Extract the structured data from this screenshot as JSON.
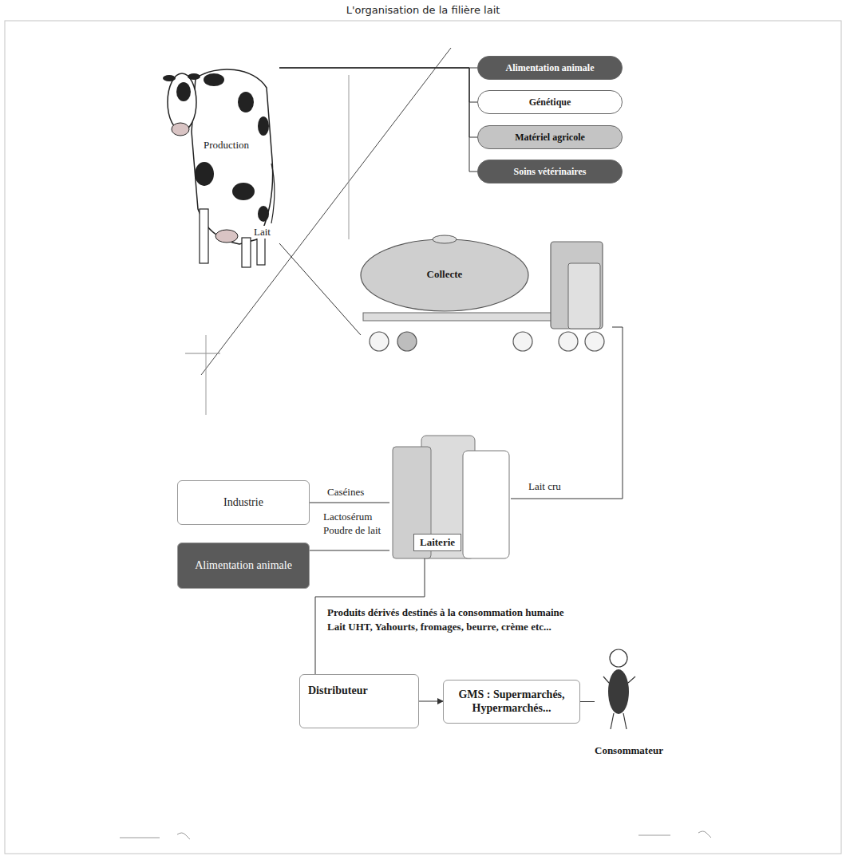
{
  "diagram": {
    "title": "L'organisation de la filière lait",
    "nodes": [
      {
        "text": [
          "Production"
        ]
      },
      {
        "text": [
          "Alimentation animale"
        ]
      },
      {
        "text": [
          "Génétique"
        ]
      },
      {
        "text": [
          "Matériel agricole"
        ]
      },
      {
        "text": [
          "Soins vétérinaires"
        ]
      },
      {
        "text": [
          "Collecte"
        ]
      },
      {
        "text": [
          "Laiterie"
        ]
      },
      {
        "text": [
          "Industrie"
        ]
      },
      {
        "text": [
          "Alimentation animale"
        ]
      },
      {
        "text": [
          "Distributeur"
        ]
      },
      {
        "text": [
          "GMS : Supermarchés, Hypermarchés..."
        ]
      },
      {
        "text": [
          "Consommateur"
        ]
      }
    ],
    "edges": [
      {
        "from": 0,
        "to": 1,
        "arrow": "none"
      },
      {
        "from": 0,
        "to": 2,
        "arrow": "none"
      },
      {
        "from": 0,
        "to": 3,
        "arrow": "none"
      },
      {
        "from": 0,
        "to": 4,
        "arrow": "none"
      },
      {
        "from": 0,
        "to": 5,
        "label": "Lait",
        "arrow": "none"
      },
      {
        "from": 5,
        "to": 6,
        "label": "Lait cru",
        "arrow": "none"
      },
      {
        "from": 6,
        "to": 7,
        "label": "Caséines",
        "arrow": "none"
      },
      {
        "from": 6,
        "to": 8,
        "arrow": "none"
      },
      {
        "from": 6,
        "to": 9,
        "arrow": "none"
      },
      {
        "from": 9,
        "to": 10,
        "arrow": "to"
      },
      {
        "from": 10,
        "to": 11,
        "arrow": "none"
      }
    ],
    "labels": [
      "Lactosérum",
      "Poudre de lait",
      "Produits dérivés destinés à la consommation humaine",
      "Lait UHT, Yahourts, fromages, beurre, crème etc..."
    ]
  }
}
